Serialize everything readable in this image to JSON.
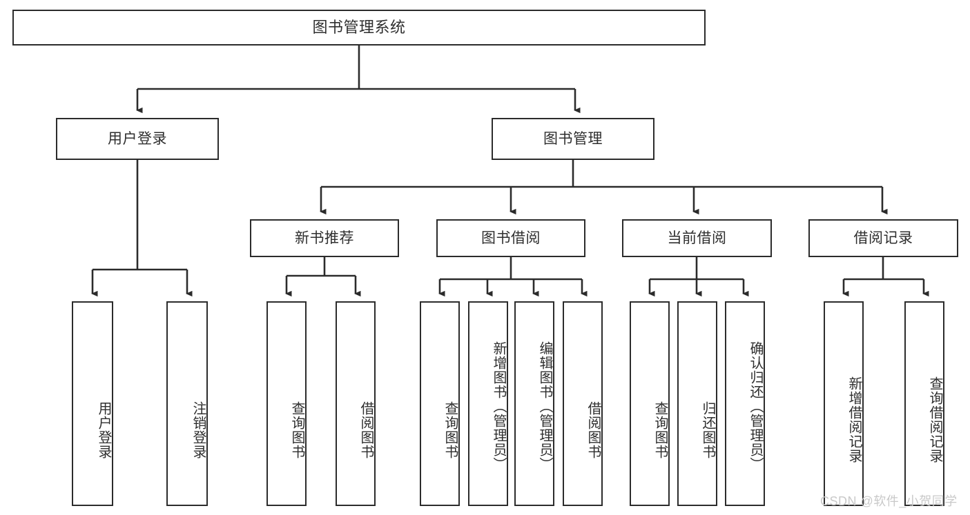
{
  "diagram": {
    "title": "图书管理系统",
    "type": "functional-structure-tree",
    "colors": {
      "border": "#2b2b2b",
      "text": "#2e2e2e",
      "background": "#ffffff",
      "edge": "#2b2b2b",
      "watermark": "#c9c9c9"
    }
  },
  "root": {
    "label": "图书管理系统"
  },
  "level2": [
    {
      "label": "用户登录"
    },
    {
      "label": "图书管理"
    }
  ],
  "level3": [
    {
      "label": "新书推荐"
    },
    {
      "label": "图书借阅"
    },
    {
      "label": "当前借阅"
    },
    {
      "label": "借阅记录"
    }
  ],
  "leaves": {
    "user_login": [
      {
        "label": "用户登录"
      },
      {
        "label": "注销登录"
      }
    ],
    "new_book_recommend": [
      {
        "label": "查询图书"
      },
      {
        "label": "借阅图书"
      }
    ],
    "book_borrow": [
      {
        "label": "查询图书"
      },
      {
        "label": "新增图书（管理员）"
      },
      {
        "label": "编辑图书（管理员）"
      },
      {
        "label": "借阅图书"
      }
    ],
    "current_borrow": [
      {
        "label": "查询图书"
      },
      {
        "label": "归还图书"
      },
      {
        "label": "确认归还（管理员）"
      }
    ],
    "borrow_records": [
      {
        "label": "新增借阅记录"
      },
      {
        "label": "查询借阅记录"
      }
    ]
  },
  "watermark": {
    "text": "CSDN @软件_小贺同学"
  }
}
